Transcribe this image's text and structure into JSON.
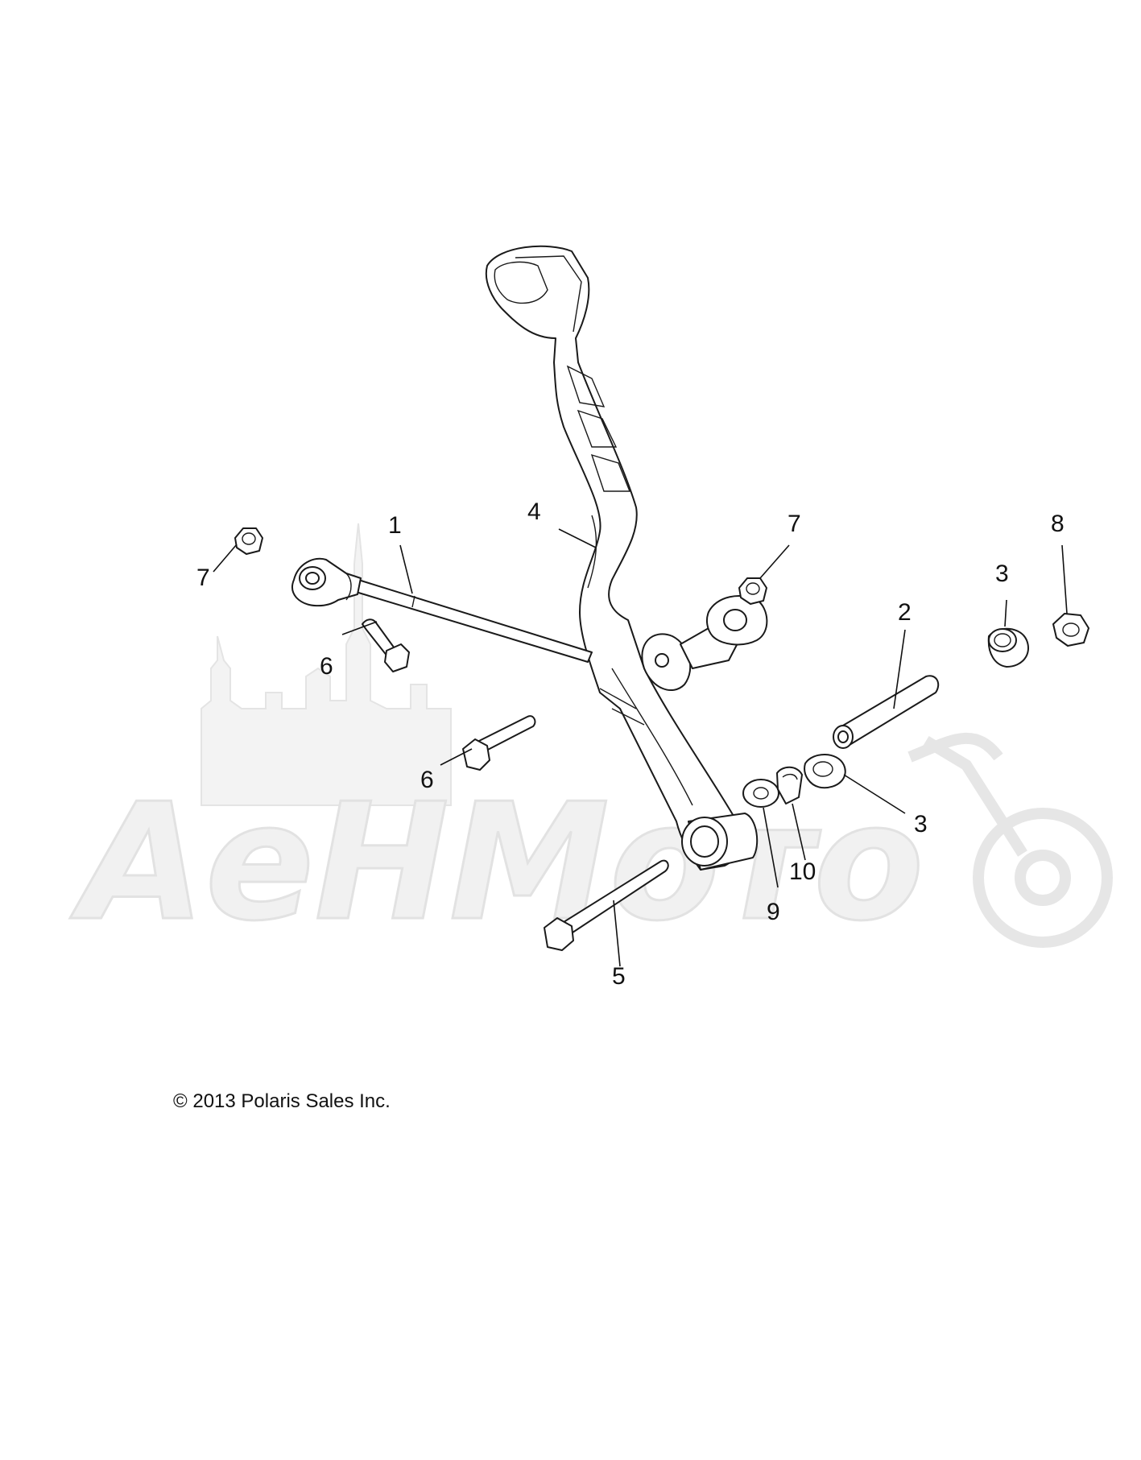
{
  "watermark": {
    "text": "AeHMoто"
  },
  "callouts": [
    {
      "id": "1",
      "text": "1"
    },
    {
      "id": "2",
      "text": "2"
    },
    {
      "id": "3a",
      "text": "3"
    },
    {
      "id": "3b",
      "text": "3"
    },
    {
      "id": "4",
      "text": "4"
    },
    {
      "id": "5",
      "text": "5"
    },
    {
      "id": "6a",
      "text": "6"
    },
    {
      "id": "6b",
      "text": "6"
    },
    {
      "id": "7a",
      "text": "7"
    },
    {
      "id": "7b",
      "text": "7"
    },
    {
      "id": "8",
      "text": "8"
    },
    {
      "id": "9",
      "text": "9"
    },
    {
      "id": "10",
      "text": "10"
    }
  ],
  "copyright": "© 2013 Polaris Sales Inc."
}
